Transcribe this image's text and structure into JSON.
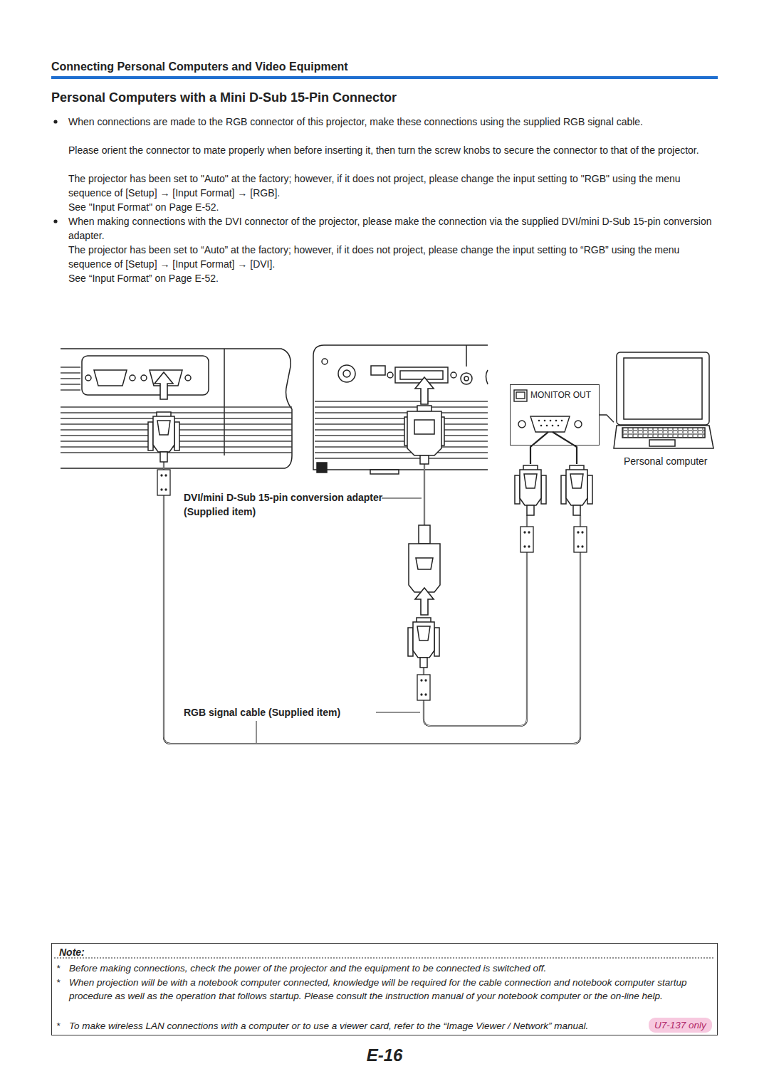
{
  "diagram": {
    "title": "Personal Computers with a Mini D-Sub 15-Pin Connector",
    "nodes": [
      {
        "text": [
          "MONITOR OUT"
        ]
      },
      {
        "text": [
          "Personal computer"
        ]
      },
      {
        "text": [
          "Note:",
          "*",
          "Before making connections, check the power of the projector and the equipment to be connected is switched off.",
          "*",
          "When projection will be with a notebook computer connected, knowledge will be required for the cable connection and notebook computer startup procedure as well as the operation that follows startup. Please consult the instruction manual of your notebook computer or the on-line help.",
          "*",
          "To make wireless LAN connections with a computer or to use a viewer card, refer to the “Image Viewer / Network” manual.",
          "U7-137 only"
        ]
      }
    ],
    "edges": [
      {
        "from": 0,
        "to": 1,
        "arrow": "none"
      }
    ],
    "labels": [
      "Connecting Personal Computers and Video Equipment",
      "When connections are made to the RGB connector of this projector, make these connections using the supplied RGB signal cable.",
      "Please orient the connector to mate properly when before inserting it, then turn the screw knobs to secure the connector to that of the projector.",
      "The projector has been set to \"Auto\" at the factory; however, if it does not project, please change the input setting to \"RGB\" using the menu sequence of [Setup] → [Input Format] → [RGB].",
      "See \"Input Format\" on Page E-52.",
      "When making connections with the DVI connector of the projector, please make the connection via the supplied DVI/mini D-Sub 15-pin conversion adapter.",
      "The projector has been set to “Auto” at the factory; however, if it does not project, please change the input setting to “RGB” using the menu sequence of [Setup] → [Input Format] → [DVI].",
      "See “Input Format” on Page E-52.",
      "DVI/mini D-Sub 15-pin conversion adapter (Supplied item)",
      "RGB signal cable (Supplied item)",
      "E-16"
    ]
  }
}
